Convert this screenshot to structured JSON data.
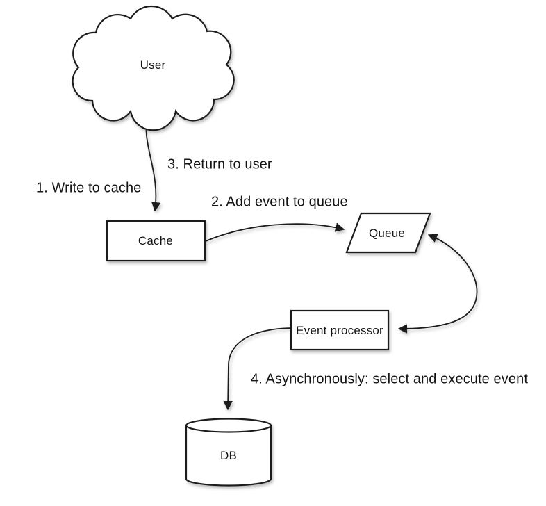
{
  "diagram_type": "flow-diagram",
  "nodes": {
    "user": {
      "label": "User",
      "shape": "cloud"
    },
    "cache": {
      "label": "Cache",
      "shape": "rectangle"
    },
    "queue": {
      "label": "Queue",
      "shape": "parallelogram"
    },
    "event_processor": {
      "label": "Event processor",
      "shape": "rectangle"
    },
    "db": {
      "label": "DB",
      "shape": "cylinder"
    }
  },
  "annotations": {
    "step1": "1. Write to cache",
    "step2": "2. Add event to queue",
    "step3": "3. Return to user",
    "step4": "4. Asynchronously: select and execute event"
  },
  "edges": [
    {
      "id": "user-to-cache",
      "from": "user",
      "to": "cache",
      "direction": "one-way",
      "labels": [
        "step1",
        "step3"
      ]
    },
    {
      "id": "cache-to-queue",
      "from": "cache",
      "to": "queue",
      "direction": "one-way",
      "labels": [
        "step2"
      ]
    },
    {
      "id": "queue-event-processor",
      "from": "queue",
      "to": "event_processor",
      "direction": "two-way",
      "labels": []
    },
    {
      "id": "event-processor-to-db",
      "from": "event_processor",
      "to": "db",
      "direction": "one-way",
      "labels": [
        "step4"
      ]
    }
  ],
  "colors": {
    "background": "#ffffff",
    "shape_fill": "#ffffff",
    "stroke": "#1c1c1c",
    "text": "#141414"
  }
}
